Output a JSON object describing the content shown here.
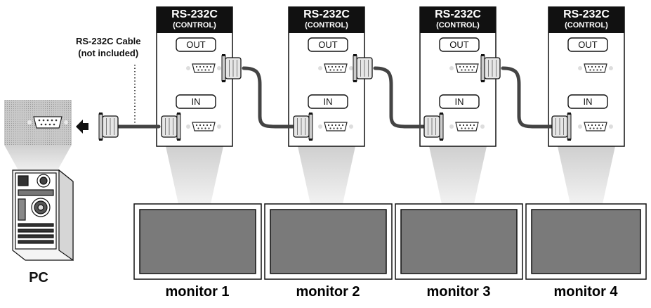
{
  "cable_label_line1": "RS-232C Cable",
  "cable_label_line2": "(not included)",
  "panel_title": "RS-232C",
  "panel_subtitle": "(CONTROL)",
  "out_label": "OUT",
  "in_label": "IN",
  "pc_label": "PC",
  "monitors": [
    "monitor 1",
    "monitor 2",
    "monitor 3",
    "monitor 4"
  ]
}
